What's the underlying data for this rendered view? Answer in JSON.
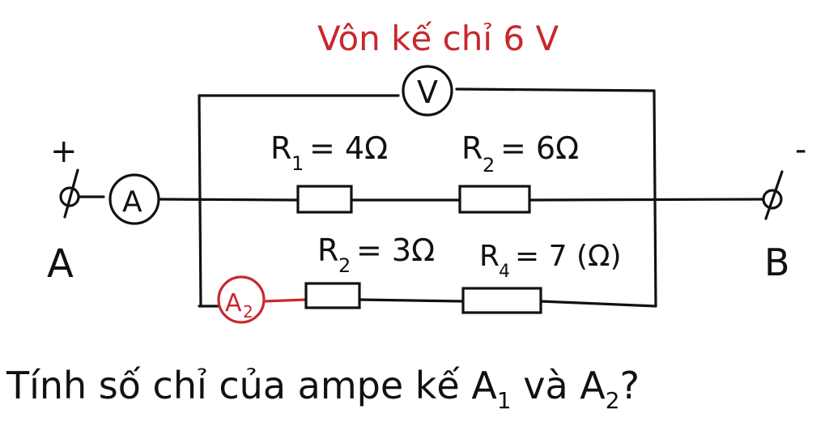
{
  "header": {
    "voltmeter_note": "Vôn kế chỉ 6 V"
  },
  "terminals": {
    "a_label": "A",
    "a_sign": "+",
    "b_label": "B",
    "b_sign": "-"
  },
  "meters": {
    "voltmeter_symbol": "V",
    "ammeter_main_symbol": "A",
    "ammeter_2_symbol": "A",
    "ammeter_2_subscript": "2"
  },
  "resistors": {
    "r1": {
      "name": "R",
      "sub": "1",
      "value": "= 4Ω"
    },
    "r2": {
      "name": "R",
      "sub": "2",
      "value": "= 6Ω"
    },
    "r3": {
      "name": "R",
      "sub": "2",
      "value": "= 3Ω"
    },
    "r4": {
      "name": "R",
      "sub": "4",
      "value": "= 7 (Ω)"
    }
  },
  "question": {
    "text": "Tính số chỉ của ampe kế A",
    "sub1": "1",
    "mid": " và A",
    "sub2": "2",
    "end": "?"
  },
  "colors": {
    "ink": "#111111",
    "accent_red": "#c8282e",
    "paper": "#ffffff"
  }
}
